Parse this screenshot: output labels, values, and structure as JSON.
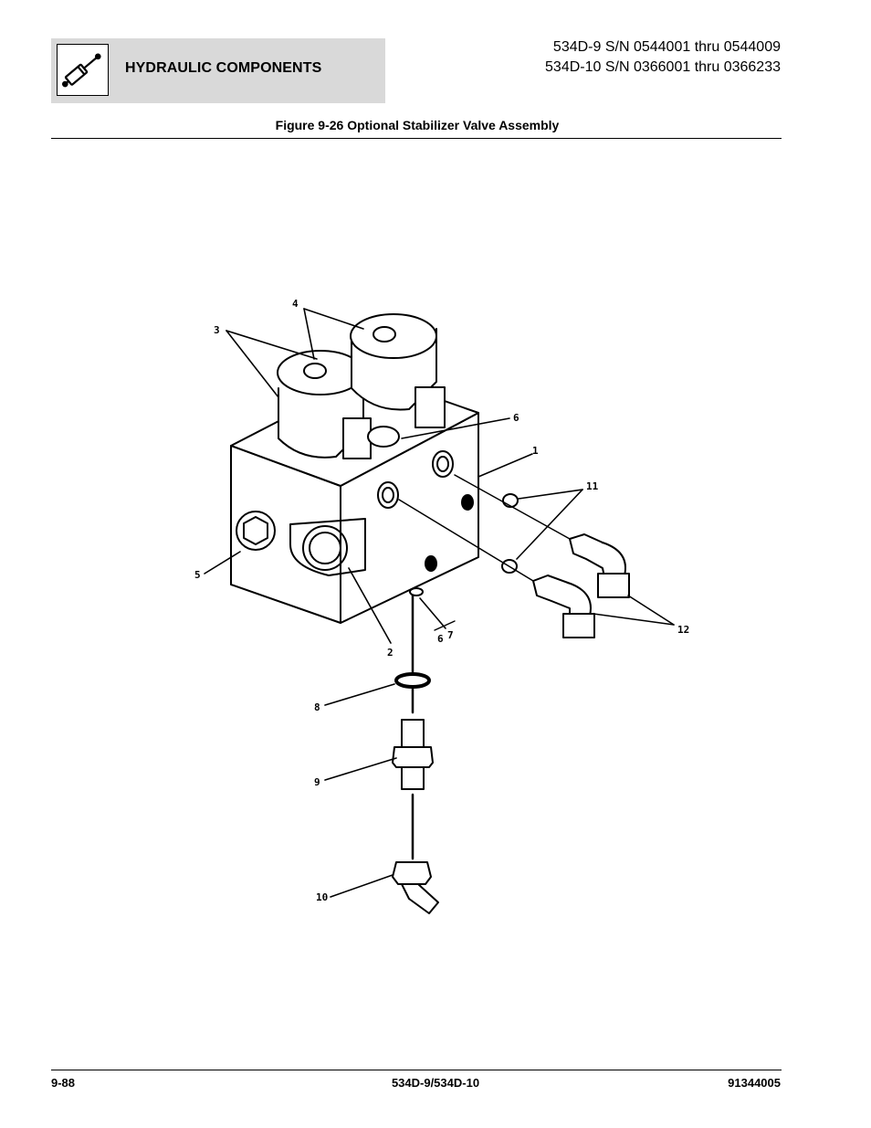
{
  "header": {
    "section_title": "HYDRAULIC COMPONENTS",
    "icon": "hydraulic-cylinder-icon",
    "serial_line_1": "534D-9 S/N 0544001 thru 0544009",
    "serial_line_2": "534D-10 S/N 0366001 thru 0366233"
  },
  "figure": {
    "title": "Figure 9-26 Optional Stabilizer Valve Assembly",
    "callouts": {
      "c1": "1",
      "c2": "2",
      "c3": "3",
      "c4": "4",
      "c5": "5",
      "c6a": "6",
      "c6b": "6",
      "c7": "7",
      "c8": "8",
      "c9": "9",
      "c10": "10",
      "c11": "11",
      "c12": "12"
    }
  },
  "footer": {
    "page_number": "9-88",
    "model": "534D-9/534D-10",
    "doc_number": "91344005"
  }
}
